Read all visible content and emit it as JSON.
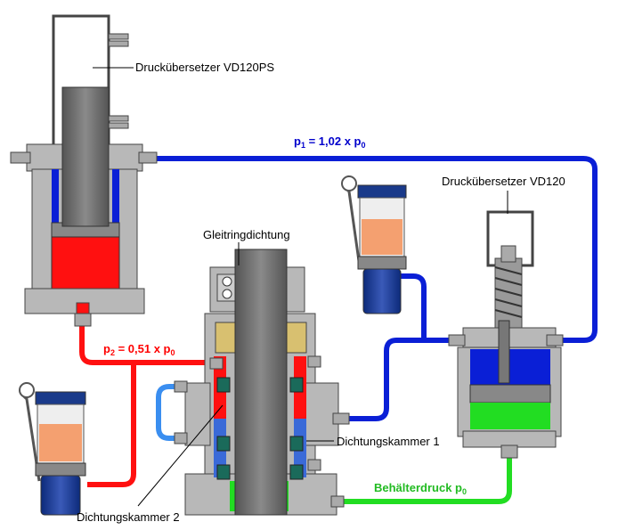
{
  "labels": {
    "vd120ps": "Drucküberse­tzer VD120PS",
    "vd120": "Drucküberse­tzer VD120",
    "gleitring": "Gleitringdichtung",
    "kammer1": "Dichtungskammer 1",
    "kammer2": "Dichtungskammer 2",
    "p1_main": "p",
    "p1_sub": "1",
    "p1_rest": " = 1,02 x p",
    "p1_sub0": "0",
    "p2_main": "p",
    "p2_sub": "2",
    "p2_rest": " = 0,51 x p",
    "p2_sub0": "0",
    "behaelter": "Behälterdruck p",
    "behaelter_sub": "0"
  },
  "colors": {
    "blue": "#0a1fd6",
    "red": "#ff1010",
    "green": "#22dd22",
    "gray": "#b8b8b8",
    "darkgray": "#7a7a7a",
    "lightblue": "#3a8ef0",
    "oil": "#f4a070",
    "navy": "#1a3a8a"
  }
}
